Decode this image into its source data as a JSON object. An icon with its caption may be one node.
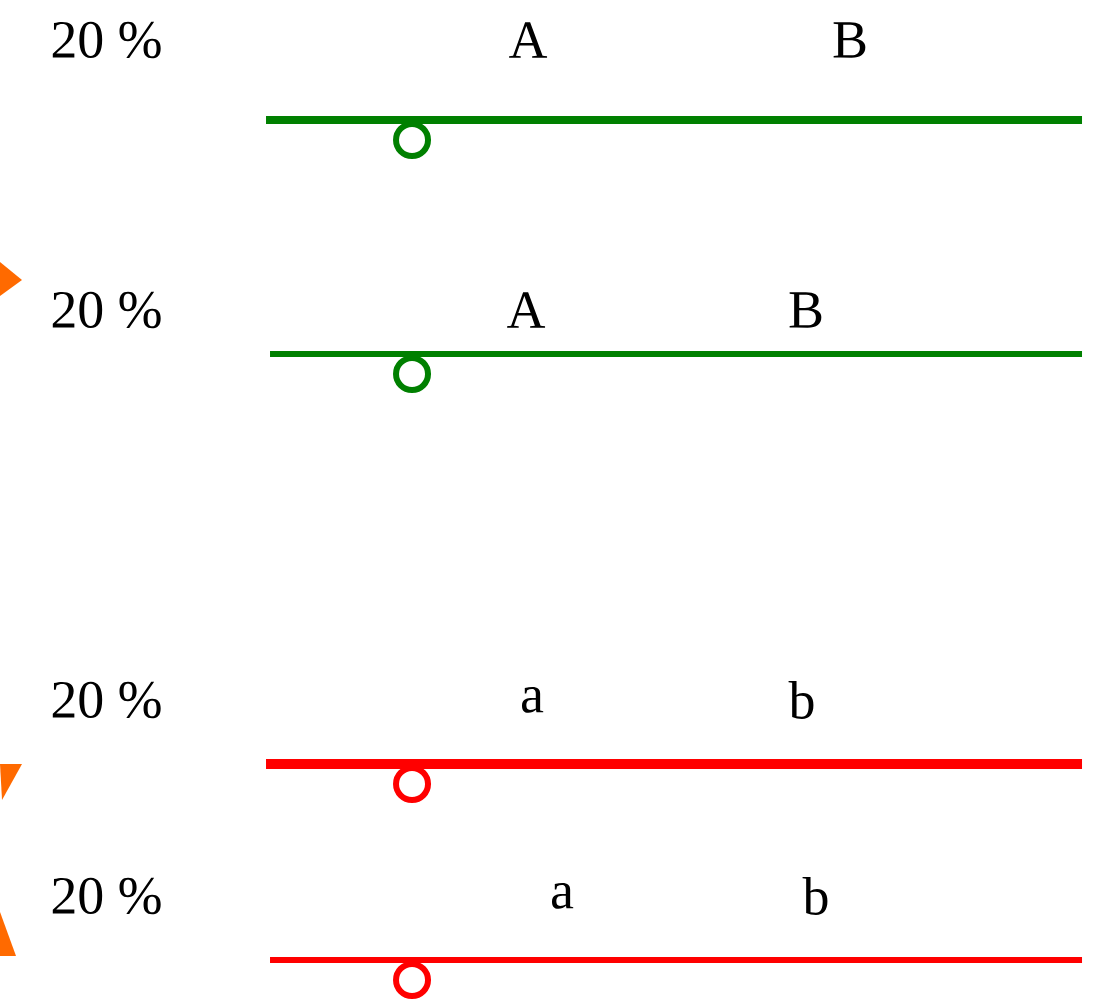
{
  "diagram": {
    "labels": [
      "20 %",
      "A",
      "B",
      "20 %",
      "A",
      "B",
      "20 %",
      "a",
      "b",
      "20 %",
      "a",
      "b"
    ]
  }
}
